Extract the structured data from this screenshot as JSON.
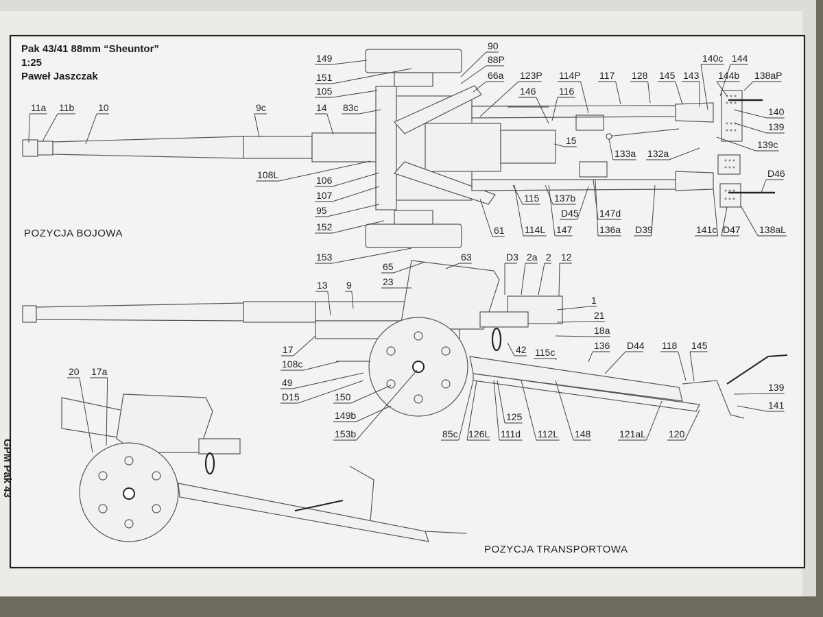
{
  "title": {
    "line1": "Pak 43/41 88mm “Sheuntor”",
    "line2": "1:25",
    "line3": "Paweł Jaszczak"
  },
  "captions": {
    "battle": "POZYCJA BOJOWA",
    "transport": "POZYCJA TRANSPORTOWA"
  },
  "labels": {
    "top": [
      "11a",
      "11b",
      "10",
      "9c",
      "14",
      "83c",
      "105",
      "151",
      "149",
      "90",
      "88P",
      "66a",
      "123P",
      "114P",
      "117",
      "128",
      "145",
      "143",
      "140c",
      "144",
      "144b",
      "138aP",
      "146",
      "116",
      "140",
      "139",
      "139c",
      "15",
      "133a",
      "132a",
      "108L",
      "106",
      "107",
      "95",
      "152",
      "153",
      "115",
      "137b",
      "D45",
      "147d",
      "D39",
      "141c",
      "D47",
      "138aL",
      "D46",
      "114L",
      "147",
      "136a",
      "61"
    ],
    "side": [
      "65",
      "63",
      "D3",
      "2a",
      "2",
      "12",
      "23",
      "13",
      "9",
      "1",
      "21",
      "18a",
      "17",
      "42",
      "115c",
      "136",
      "D44",
      "118",
      "145",
      "108c",
      "49",
      "D15",
      "150",
      "149b",
      "153b",
      "139",
      "141",
      "85c",
      "126L",
      "111d",
      "112L",
      "148",
      "125",
      "121aL",
      "120"
    ],
    "transport": [
      "20",
      "17a"
    ]
  },
  "margin_mark": "GPM Pak 43"
}
